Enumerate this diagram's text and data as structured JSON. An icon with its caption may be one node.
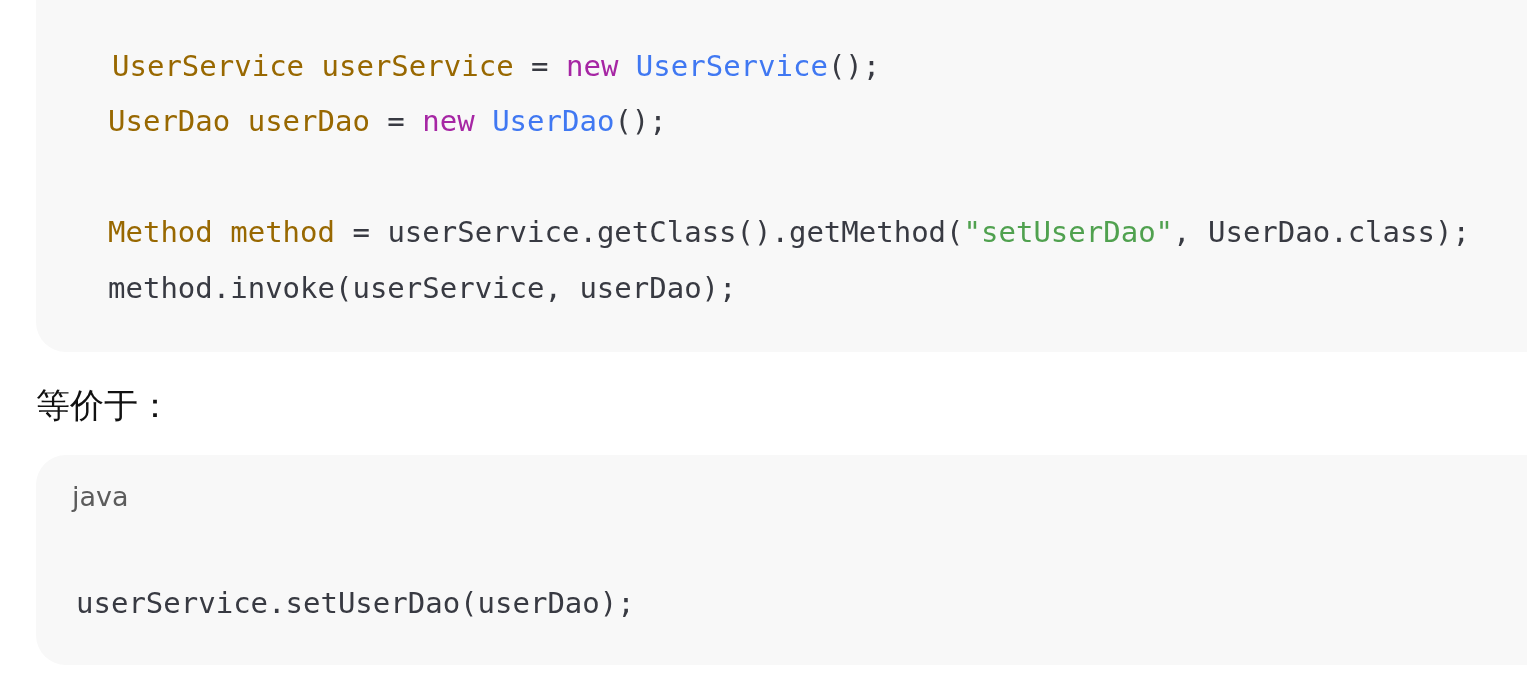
{
  "diagram": {
    "nodes": [
      {
        "text": [
          "UserService userService = new UserService();",
          "UserDao userDao = new UserDao();",
          "Method method = userService.getClass().getMethod(\"setUserDao\", UserDao.class);",
          "method.invoke(userService, userDao);"
        ]
      },
      {
        "text": [
          "java",
          "userService.setUserDao(userDao);"
        ]
      }
    ],
    "labels": [
      "等价于："
    ]
  }
}
